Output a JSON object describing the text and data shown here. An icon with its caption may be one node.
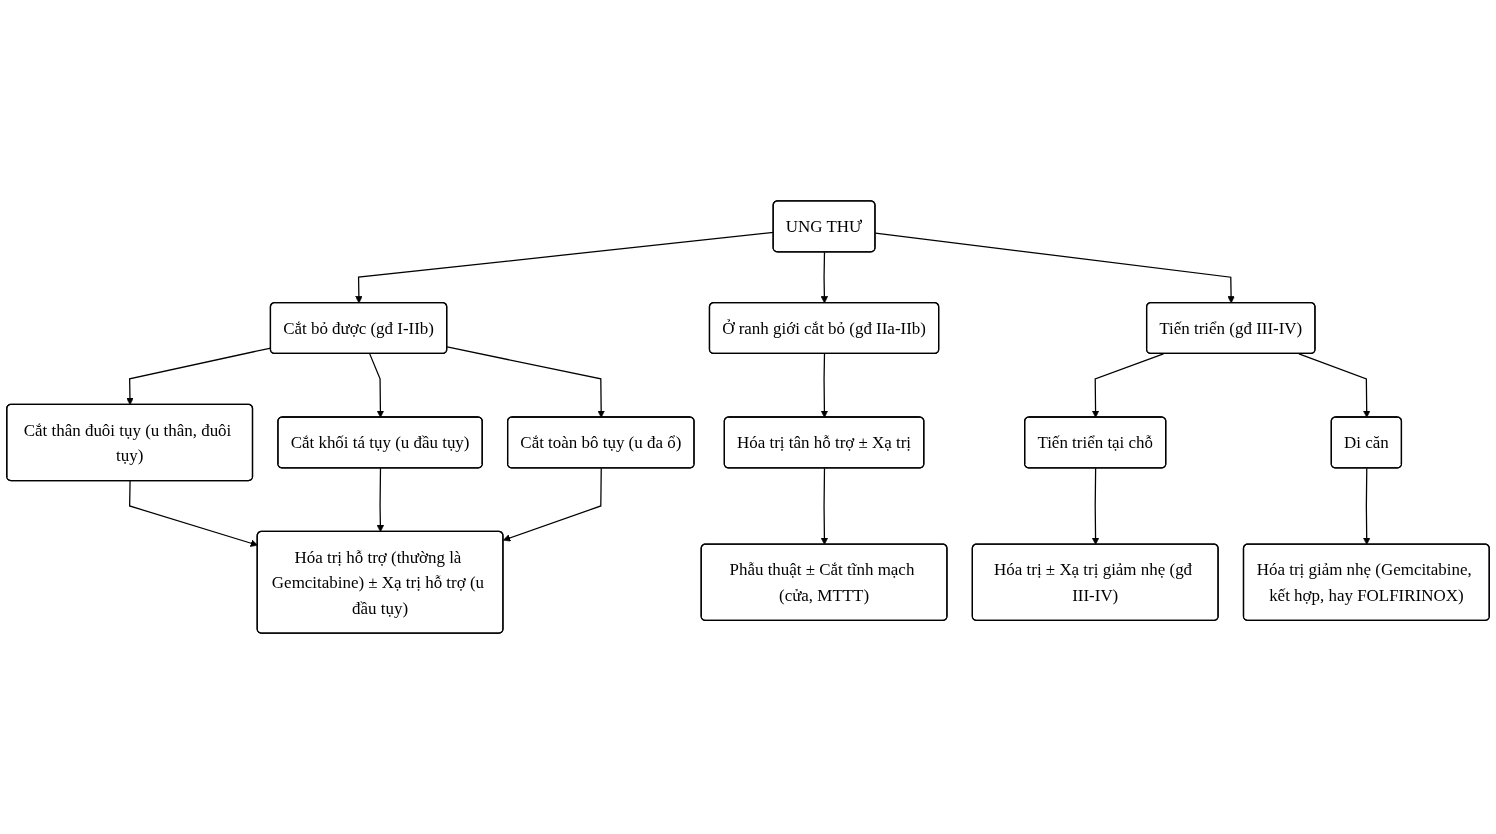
{
  "diagram": {
    "nodes": [
      {
        "text": [
          "UNG THƯ"
        ]
      },
      {
        "text": [
          "Cắt bỏ được (gđ I-IIb)"
        ]
      },
      {
        "text": [
          "Ở ranh giới cắt bỏ (gđ IIa-IIb)"
        ]
      },
      {
        "text": [
          "Tiến triển (gđ III-IV)"
        ]
      },
      {
        "text": [
          "Cắt thân đuôi tụy (u thân, đuôi tụy)"
        ]
      },
      {
        "text": [
          "Cắt toàn bô tụy (u đa ổ)"
        ]
      },
      {
        "text": [
          "Hóa trị tân hỗ trợ ± Xạ trị"
        ]
      },
      {
        "text": [
          "Tiến triển tại chỗ"
        ]
      },
      {
        "text": [
          "Di căn"
        ]
      },
      {
        "text": [
          "Cắt khối tá tụy (u đầu tụy)"
        ]
      },
      {
        "text": [
          "Hóa trị hỗ trợ (thường là Gemcitabine) ± Xạ trị hỗ trợ (u đầu tụy)"
        ]
      },
      {
        "text": [
          "Phẫu thuật ± Cắt tĩnh mạch (cửa, MTTT)"
        ]
      },
      {
        "text": [
          "Hóa trị ± Xạ trị giảm nhẹ (gđ III-IV)"
        ]
      },
      {
        "text": [
          "Hóa trị giảm nhẹ (Gemcitabine, kết hợp, hay FOLFIRINOX)"
        ]
      }
    ],
    "edges": [
      {
        "from": 0,
        "to": 1,
        "arrow": "to"
      },
      {
        "from": 0,
        "to": 2,
        "arrow": "to"
      },
      {
        "from": 0,
        "to": 3,
        "arrow": "to"
      },
      {
        "from": 1,
        "to": 4,
        "arrow": "to"
      },
      {
        "from": 1,
        "to": 9,
        "arrow": "to"
      },
      {
        "from": 1,
        "to": 5,
        "arrow": "to"
      },
      {
        "from": 2,
        "to": 6,
        "arrow": "to"
      },
      {
        "from": 3,
        "to": 7,
        "arrow": "to"
      },
      {
        "from": 3,
        "to": 8,
        "arrow": "to"
      },
      {
        "from": 4,
        "to": 10,
        "arrow": "to"
      },
      {
        "from": 9,
        "to": 10,
        "arrow": "to"
      },
      {
        "from": 5,
        "to": 10,
        "arrow": "to"
      },
      {
        "from": 6,
        "to": 11,
        "arrow": "to"
      },
      {
        "from": 7,
        "to": 12,
        "arrow": "to"
      },
      {
        "from": 8,
        "to": 13,
        "arrow": "to"
      }
    ]
  }
}
